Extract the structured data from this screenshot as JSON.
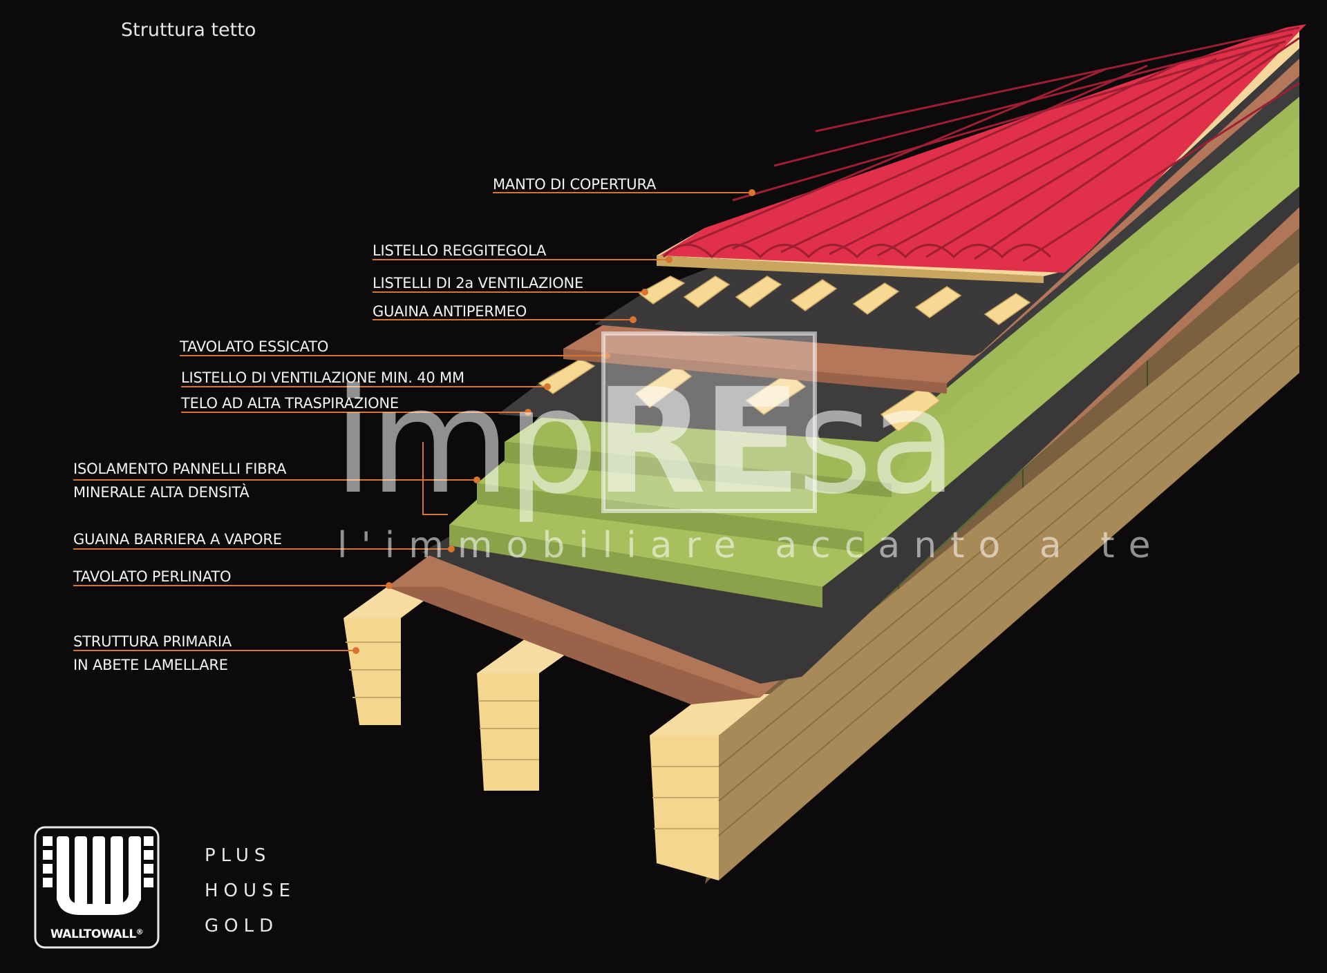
{
  "title": "Struttura tetto",
  "labels": [
    "MANTO DI COPERTURA",
    "LISTELLO REGGITEGOLA",
    "LISTELLI DI 2a VENTILAZIONE",
    "GUAINA ANTIPERMEO",
    "TAVOLATO ESSICATO",
    "LISTELLO DI VENTILAZIONE MIN. 40 MM",
    "TELO AD ALTA TRASPIRAZIONE",
    "ISOLAMENTO PANNELLI FIBRA",
    "MINERALE ALTA DENSITÀ",
    "GUAINA BARRIERA A VAPORE",
    "TAVOLATO PERLINATO",
    "STRUTTURA PRIMARIA",
    "IN ABETE LAMELLARE"
  ],
  "logo": {
    "brand": "WALLTOWALL",
    "mark": "®"
  },
  "product": [
    "PLUS",
    "HOUSE",
    "GOLD"
  ],
  "watermark": {
    "name_a": "imp",
    "name_b": "RE",
    "name_c": "sa",
    "tagline": "l'immobiliare accanto a te"
  },
  "colors": {
    "background": "#0c0a0b",
    "tiles": "#e0304a",
    "batten": "#f5d79a",
    "membrane": "#3c3a3c",
    "board": "#b57a5c",
    "insulation": "#9fb858",
    "timber": "#f2d190",
    "leader": "#d9752e"
  }
}
